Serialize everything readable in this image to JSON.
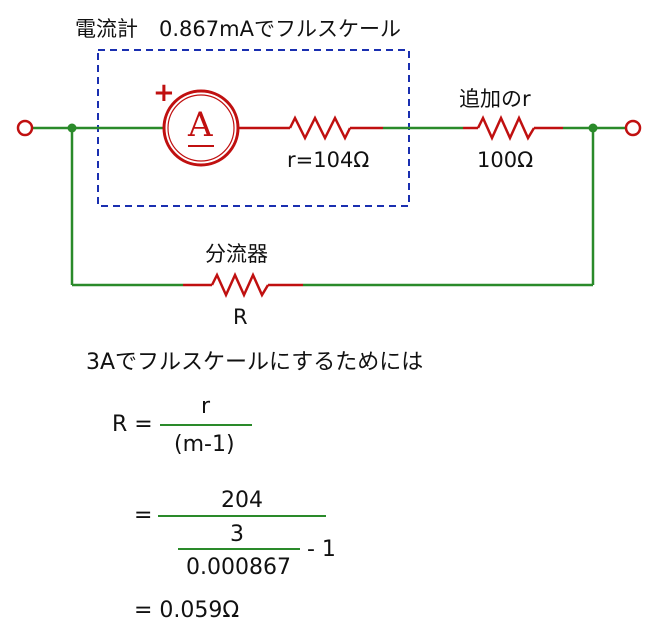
{
  "circuit": {
    "meter_box_label": "電流計　0.867mAでフルスケール",
    "meter_symbol": "A",
    "meter_polarity": "+",
    "internal_resistor_label": "r=104Ω",
    "added_resistor_title": "追加のr",
    "added_resistor_value": "100Ω",
    "shunt_title": "分流器",
    "shunt_value": "R"
  },
  "calculation": {
    "heading": "3Aでフルスケールにするためには",
    "lhs": "R =",
    "numerator1": "r",
    "denominator1": "(m-1)",
    "eq2": "=",
    "numerator2": "204",
    "inner_numerator": "3",
    "inner_denominator": "0.000867",
    "minus_one": "- 1",
    "result": "= 0.059Ω"
  },
  "colors": {
    "wire": "#2a8a2a",
    "component": "#c01010",
    "meter_box": "#1a2fb0",
    "node": "#2a8a2a",
    "fraction_bar": "#2a8a2a"
  }
}
